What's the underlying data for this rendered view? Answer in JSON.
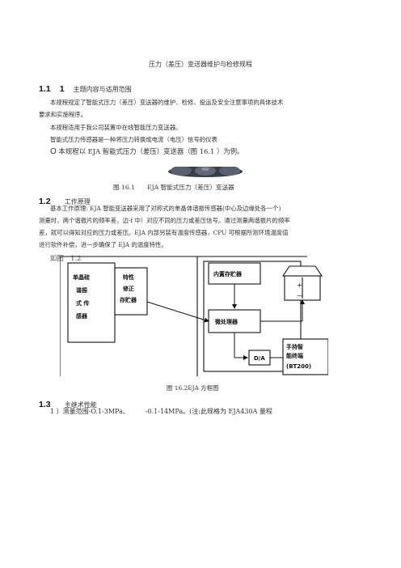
{
  "doc_title": "压力（差压）变送器维护与检修规程",
  "s11": {
    "num": "1.1",
    "sub": "1",
    "heading": "主题内容与适用范围",
    "para1a": "本规程规定了智能式压力（差压）变送器的维护、检修、投运及安全注意事项的具体技术",
    "para1b": "要求和实施程序。",
    "para2": "本规程适用于我公司装置中在线智能压力变送器。",
    "para3": "智能式压力传感器是一种将压力转换成电流（电压）信号的仪表",
    "para4_prefix": "O",
    "para4": "本规程以 EJA 智能式压力（差压）变送器（图 16.1 ）为例。"
  },
  "fig1": {
    "caption": "图 16.1　　EJA 智能式压力（差压）变送器"
  },
  "s12": {
    "num": "1.2",
    "heading": "工作原理",
    "line1": "基本工作原理: EJA 智能变送器采用了对称式的单晶体谐振传感器(中心及边缘处各一个)",
    "line2": "测量时，两个谐振片的频率差，边-f 中）对应不同的压力或差压信号。通过测量两谐振片的频率",
    "line3": "差，就可以得知对应的压力或差压。EJA 内部另装有温度传感器，CPU 可根据所测环境温度值",
    "line4": "进行软件补偿，进一步确保了 EJA 的温度特性。",
    "fig_ref": "如图　1.2"
  },
  "diagram": {
    "sensor_label": [
      "单晶硅",
      "谐振",
      "式 传",
      "感器"
    ],
    "feature_label": [
      "特性",
      "修正",
      "存贮器"
    ],
    "memory_label": "内置存贮器",
    "cpu_label": "微处理器",
    "da_label": "D/A",
    "handheld_label": [
      "手持智",
      "能终端",
      "(BT200)"
    ],
    "plus": "+",
    "minus": "—"
  },
  "fig2": {
    "caption": "图 16.2EJA 方框图"
  },
  "s13": {
    "num": "1.3",
    "heading": "主继术性能",
    "item1": "1 ）测量范围-O.1-3MPa、　　　-0.1-14MPa。(注:此规格为 EJA430A 量程"
  }
}
